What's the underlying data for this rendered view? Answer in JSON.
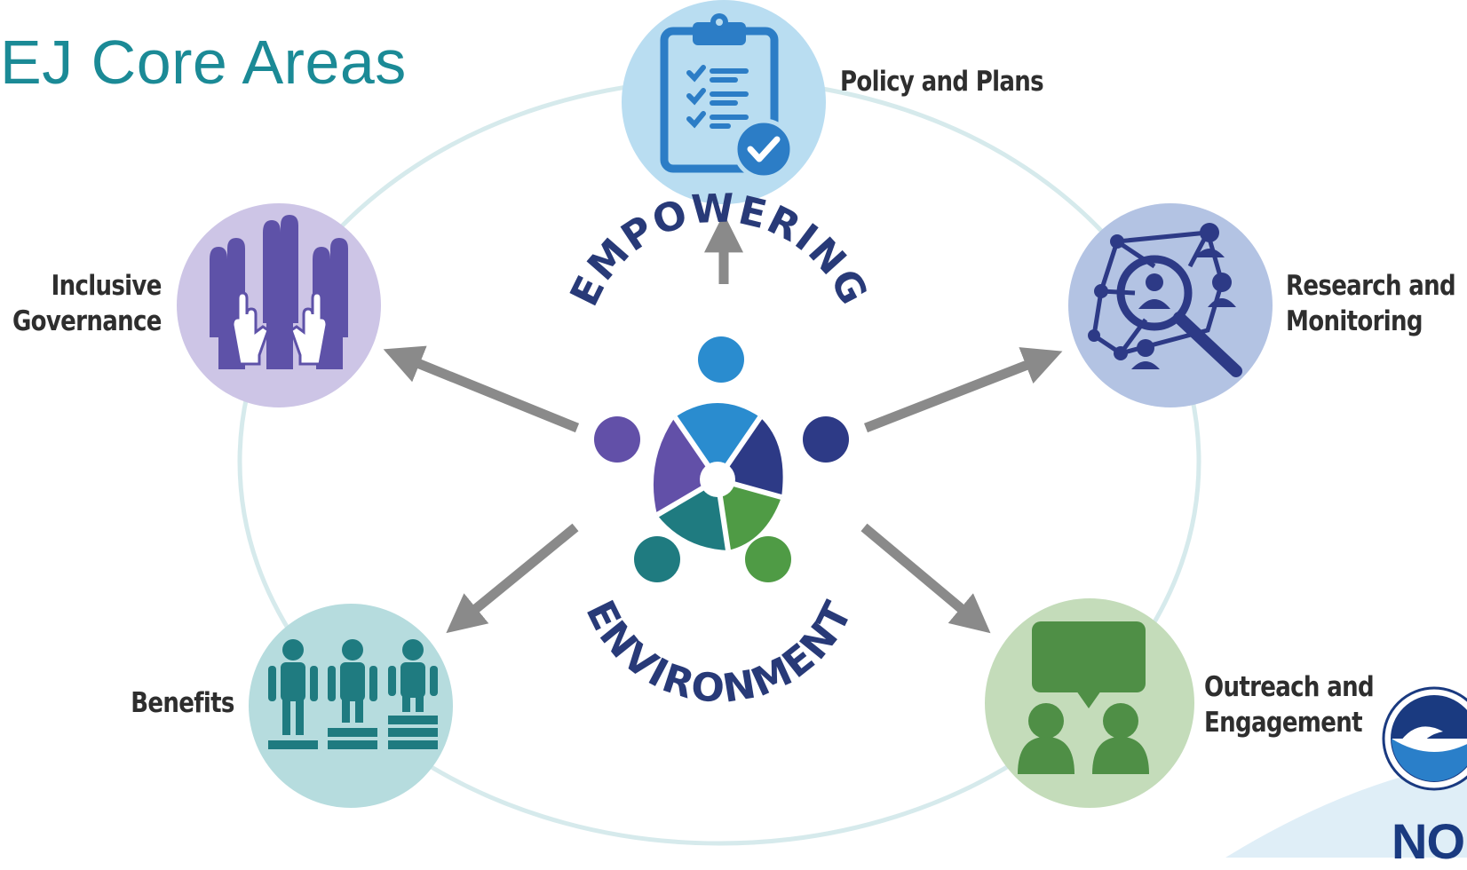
{
  "title": "EJ Core Areas",
  "center": {
    "top_arc_text": "EMPOWERING",
    "bottom_arc_text": "ENVIRONMENT"
  },
  "areas": [
    {
      "id": "policy",
      "lines": [
        "Policy and Plans"
      ],
      "icon": "clipboard-checklist-icon",
      "circle_color": "#b9ddf1",
      "icon_color": "#2c7dc6"
    },
    {
      "id": "research",
      "lines": [
        "Research and",
        "Monitoring"
      ],
      "icon": "network-magnifier-icon",
      "circle_color": "#b3c3e3",
      "icon_color": "#2d3a86"
    },
    {
      "id": "outreach",
      "lines": [
        "Outreach and",
        "Engagement"
      ],
      "icon": "speech-bubble-people-icon",
      "circle_color": "#c4dcba",
      "icon_color": "#4f8f46"
    },
    {
      "id": "benefits",
      "lines": [
        "Benefits"
      ],
      "icon": "people-on-platforms-icon",
      "circle_color": "#b6dcde",
      "icon_color": "#1f7b80"
    },
    {
      "id": "governance",
      "lines": [
        "Inclusive",
        "Governance"
      ],
      "icon": "raised-hands-icon",
      "circle_color": "#cdc5e6",
      "icon_color": "#5e52a8"
    }
  ],
  "logo": {
    "name": "noaa-logo",
    "text": "NO"
  },
  "colors": {
    "title": "#1b8a96",
    "arrow": "#8a8a8a",
    "ring": "#d6eaec",
    "navy": "#283a78"
  }
}
